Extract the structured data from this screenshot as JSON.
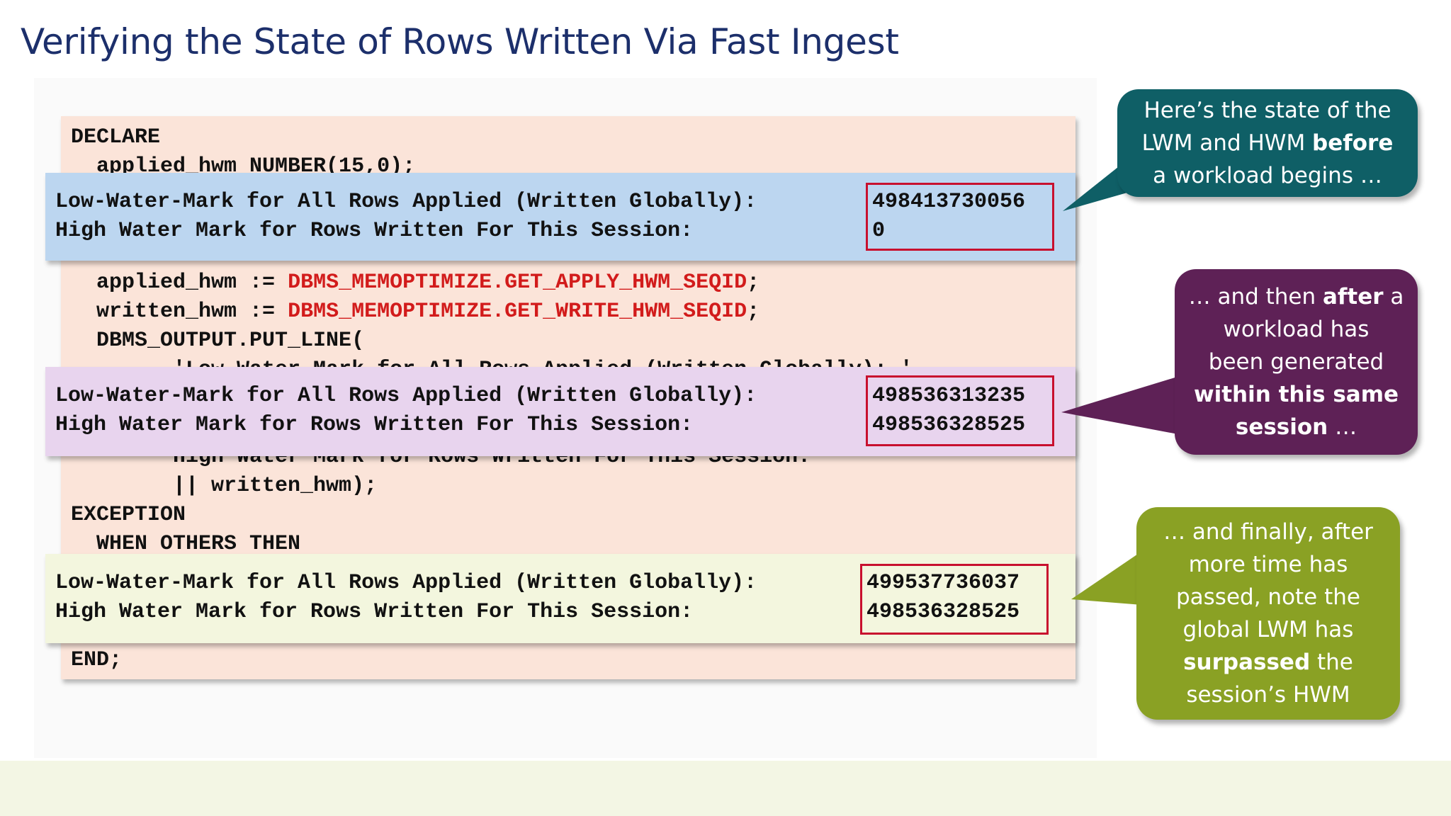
{
  "title": "Verifying the State of Rows Written Via Fast Ingest",
  "code": {
    "lines": [
      {
        "text": "DECLARE"
      },
      {
        "text": "  applied_hwm NUMBER(15,0);"
      },
      {
        "prefix": "  applied_hwm := ",
        "call": "DBMS_MEMOPTIMIZE.GET_APPLY_HWM_SEQID",
        "suffix": ";"
      },
      {
        "prefix": "  written_hwm := ",
        "call": "DBMS_MEMOPTIMIZE.GET_WRITE_HWM_SEQID",
        "suffix": ";"
      },
      {
        "text": "  DBMS_OUTPUT.PUT_LINE("
      },
      {
        "text": "        'Low-Water-Mark for All Rows Applied (Written Globally): '"
      },
      {
        "text": "       'High Water Mark for Rows Written For This Session: '"
      },
      {
        "text": "        || written_hwm);"
      },
      {
        "text": "EXCEPTION"
      },
      {
        "text": "  WHEN OTHERS THEN"
      },
      {
        "text": "END;"
      }
    ]
  },
  "outputs": [
    {
      "lwm_label": "Low-Water-Mark for All Rows Applied (Written Globally):",
      "hwm_label": "High Water Mark for Rows Written For This Session:",
      "lwm_value": "498413730056",
      "hwm_value": "0"
    },
    {
      "lwm_label": "Low-Water-Mark for All Rows Applied (Written Globally):",
      "hwm_label": "High Water Mark for Rows Written For This Session:",
      "lwm_value": "498536313235",
      "hwm_value": "498536328525"
    },
    {
      "lwm_label": "Low-Water-Mark for All Rows Applied (Written Globally):",
      "hwm_label": "High Water Mark for Rows Written For This Session:",
      "lwm_value": "499537736037",
      "hwm_value": "498536328525"
    }
  ],
  "callouts": [
    {
      "parts": [
        [
          "Here’s the state of the",
          false
        ],
        [
          "\n",
          false
        ],
        [
          "LWM and HWM ",
          false
        ],
        [
          "before",
          true
        ],
        [
          "\n",
          false
        ],
        [
          "a workload begins …",
          false
        ]
      ],
      "color": "#0f5f66"
    },
    {
      "parts": [
        [
          "… and then ",
          false
        ],
        [
          "after",
          true
        ],
        [
          " a",
          false
        ],
        [
          "\n",
          false
        ],
        [
          "workload has",
          false
        ],
        [
          "\n",
          false
        ],
        [
          "been generated",
          false
        ],
        [
          "\n",
          false
        ],
        [
          "within this same",
          true
        ],
        [
          "\n",
          false
        ],
        [
          "session",
          true
        ],
        [
          " …",
          false
        ]
      ],
      "color": "#5e2156"
    },
    {
      "parts": [
        [
          "… and finally, after",
          false
        ],
        [
          "\n",
          false
        ],
        [
          "more time has",
          false
        ],
        [
          "\n",
          false
        ],
        [
          "passed, note the",
          false
        ],
        [
          "\n",
          false
        ],
        [
          "global LWM has",
          false
        ],
        [
          "\n",
          false
        ],
        [
          "surpassed",
          true
        ],
        [
          " the",
          false
        ],
        [
          "\n",
          false
        ],
        [
          "session’s HWM",
          false
        ]
      ],
      "color": "#8aa124"
    }
  ],
  "colors": {
    "title": "#1c2f6b",
    "code_bg": "#fbe4d9",
    "code_keyword": "#d21b1b",
    "output1_bg": "#bcd6f0",
    "output2_bg": "#e8d4ee",
    "output3_bg": "#f3f6de",
    "value_box_border": "#c8102e",
    "footer_band": "#f3f6e4"
  }
}
